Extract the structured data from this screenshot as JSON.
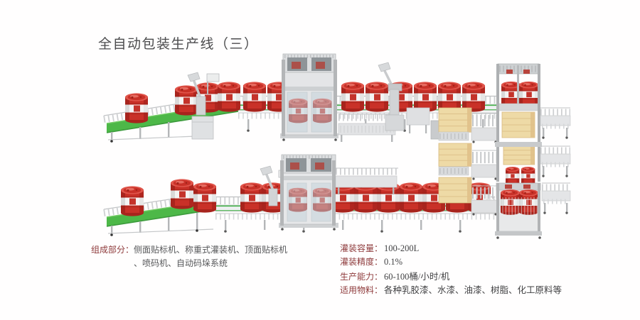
{
  "title": "全自动包装生产线（三）",
  "specs": {
    "composition": {
      "label": "组成部分：",
      "line1": "侧面贴标机、称重式灌装机、顶面贴标机",
      "line2": "、喷码机、自动码垛系统"
    },
    "items": [
      {
        "label": "灌装容量：",
        "value": "100-200L"
      },
      {
        "label": "灌装精度：",
        "value": "0.1%"
      },
      {
        "label": "生产能力：",
        "value": "60-100桶/小时/机"
      },
      {
        "label": "适用物料：",
        "value": "各种乳胶漆、水漆、油漆、树脂、化工原料等"
      }
    ]
  },
  "colors": {
    "accent_label": "#8e3a3b",
    "body_text": "#57585a",
    "title_text": "#4b4b4d",
    "drum_red": "#c93128",
    "belt_green": "#4db848",
    "pallet_beige": "#eedaa6",
    "machine_gray": "#d8dadc"
  }
}
